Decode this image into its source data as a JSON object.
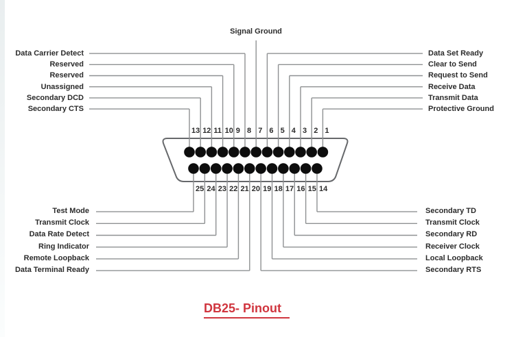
{
  "title": {
    "text": "DB25- Pinout"
  },
  "connector": {
    "name": "DB25 connector",
    "signal_ground": {
      "label": "Signal Ground",
      "pin": 7
    },
    "top_left": [
      {
        "label": "Data Carrier Detect",
        "pin": 8
      },
      {
        "label": "Reserved",
        "pin": 9
      },
      {
        "label": "Reserved",
        "pin": 10
      },
      {
        "label": "Unassigned",
        "pin": 11
      },
      {
        "label": "Secondary DCD",
        "pin": 12
      },
      {
        "label": "Secondary CTS",
        "pin": 13
      }
    ],
    "top_right": [
      {
        "label": "Data Set Ready",
        "pin": 6
      },
      {
        "label": "Clear to Send",
        "pin": 5
      },
      {
        "label": "Request to Send",
        "pin": 4
      },
      {
        "label": "Receive Data",
        "pin": 3
      },
      {
        "label": "Transmit Data",
        "pin": 2
      },
      {
        "label": "Protective Ground",
        "pin": 1
      }
    ],
    "bottom_left": [
      {
        "label": "Test Mode",
        "pin": 25
      },
      {
        "label": "Transmit Clock",
        "pin": 24
      },
      {
        "label": "Data Rate Detect",
        "pin": 23
      },
      {
        "label": "Ring Indicator",
        "pin": 22
      },
      {
        "label": "Remote Loopback",
        "pin": 21
      },
      {
        "label": "Data Terminal Ready",
        "pin": 20
      }
    ],
    "bottom_right": [
      {
        "label": "Secondary TD",
        "pin": 14
      },
      {
        "label": "Transmit Clock",
        "pin": 15
      },
      {
        "label": "Secondary RD",
        "pin": 16
      },
      {
        "label": "Receiver Clock",
        "pin": 17
      },
      {
        "label": "Local Loopback",
        "pin": 18
      },
      {
        "label": "Secondary RTS",
        "pin": 19
      }
    ],
    "top_row_numbers": [
      13,
      12,
      11,
      10,
      9,
      8,
      7,
      6,
      5,
      4,
      3,
      2,
      1
    ],
    "bottom_row_numbers": [
      25,
      24,
      23,
      22,
      21,
      20,
      19,
      18,
      17,
      16,
      15,
      14
    ]
  },
  "colors": {
    "label_text": "#2b2b2b",
    "leader_line": "#8e9092",
    "connector_outline": "#66686b",
    "pin_fill": "#0d0d0d",
    "title_red": "#d0353e",
    "background": "#ffffff"
  }
}
